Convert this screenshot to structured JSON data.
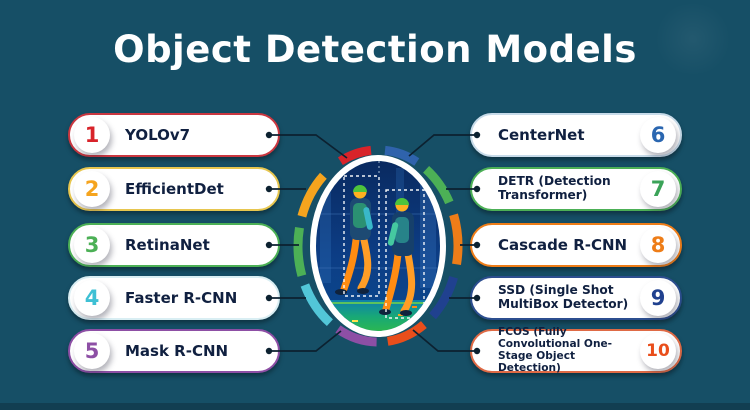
{
  "title": "Object Detection Models",
  "colors": {
    "background": "#164f66",
    "bottom_strip": "#123e51",
    "title_text": "#ffffff",
    "pill_text": "#102040",
    "connector": "#0c2130",
    "inner_ring": "#ffffff"
  },
  "items": [
    {
      "number": "1",
      "label": "YOLOv7",
      "number_color": "#d8232a",
      "border_color": "#ca3740",
      "ring_color": "#d8232a",
      "side": "left",
      "arc": [
        -28,
        -5
      ]
    },
    {
      "number": "2",
      "label": "EfficientDet",
      "number_color": "#f5a41e",
      "border_color": "#e7c64f",
      "ring_color": "#f5a41e",
      "side": "left",
      "arc": [
        288,
        317
      ]
    },
    {
      "number": "3",
      "label": "RetinaNet",
      "number_color": "#4cb056",
      "border_color": "#4cb056",
      "ring_color": "#4cb056",
      "side": "left",
      "arc": [
        252,
        281
      ]
    },
    {
      "number": "4",
      "label": "Faster R-CNN",
      "number_color": "#3ec0d4",
      "border_color": "#d9eef3",
      "ring_color": "#52c6d8",
      "side": "left",
      "arc": [
        217,
        246
      ]
    },
    {
      "number": "5",
      "label": "Mask R-CNN",
      "number_color": "#8d4fa5",
      "border_color": "#8d4fa5",
      "ring_color": "#8d4fa5",
      "side": "left",
      "arc": [
        181,
        210
      ]
    },
    {
      "number": "6",
      "label": "CenterNet",
      "number_color": "#2a66b0",
      "border_color": "#c7dbe9",
      "ring_color": "#2f63ac",
      "side": "right",
      "arc": [
        5,
        29
      ]
    },
    {
      "number": "7",
      "label": "DETR (Detection Transformer)",
      "number_color": "#3ba358",
      "border_color": "#4cb056",
      "ring_color": "#4cb056",
      "side": "right",
      "arc": [
        37,
        63
      ]
    },
    {
      "number": "8",
      "label": "Cascade R-CNN",
      "number_color": "#ee7d18",
      "border_color": "#ee7d18",
      "ring_color": "#ee7d18",
      "side": "right",
      "arc": [
        71,
        101
      ]
    },
    {
      "number": "9",
      "label": "SSD (Single Shot MultiBox Detector)",
      "number_color": "#20418f",
      "border_color": "#2c4e8f",
      "ring_color": "#20418f",
      "side": "right",
      "arc": [
        109,
        137
      ]
    },
    {
      "number": "10",
      "label": "FCOS (Fully Convolutional One-Stage Object Detection)",
      "number_color": "#e94e1b",
      "border_color": "#df6a45",
      "ring_color": "#e94e1b",
      "side": "right",
      "arc": [
        145,
        173
      ]
    }
  ],
  "center_image": {
    "description": "thermal pedestrian detection photo with bounding boxes"
  }
}
